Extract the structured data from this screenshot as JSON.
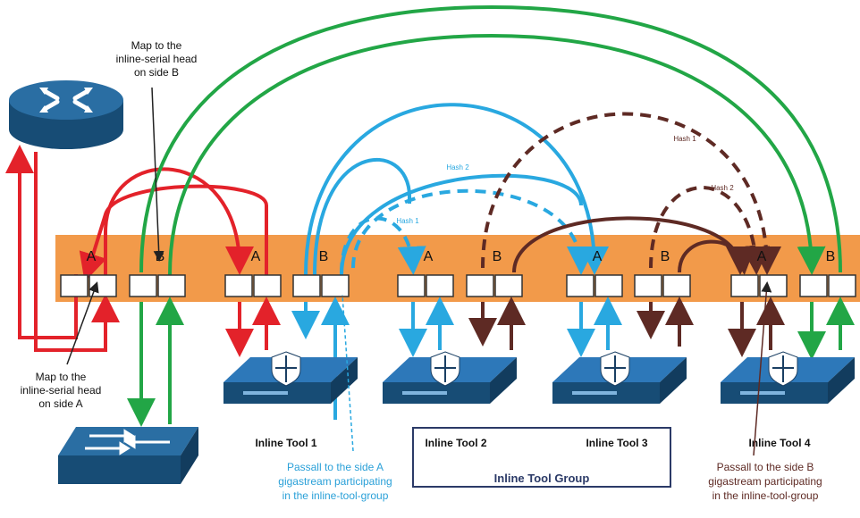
{
  "colors": {
    "band": "#f29a4a",
    "port_fill": "#ffffff",
    "red": "#e3222a",
    "green": "#22a646",
    "blue": "#29a8e0",
    "brown": "#5e2a24",
    "router": "#1f5a86",
    "tool_blue": "#1e5b91",
    "callout_blue": "#2aa0d8"
  },
  "port_groups": [
    {
      "label": "A"
    },
    {
      "label": "B"
    },
    {
      "label": "A"
    },
    {
      "label": "B"
    },
    {
      "label": "A"
    },
    {
      "label": "B"
    },
    {
      "label": "A"
    },
    {
      "label": "B"
    },
    {
      "label": "A"
    },
    {
      "label": "B"
    }
  ],
  "annotations": {
    "map_side_b": [
      "Map to the",
      "inline-serial head",
      "on side B"
    ],
    "map_side_a": [
      "Map to the",
      "inline-serial head",
      "on side A"
    ],
    "passall_side_a": [
      "Passall to the side A",
      "gigastream participating",
      "in the inline-tool-group"
    ],
    "passall_side_b": [
      "Passall to the side B",
      "gigastream participating",
      "in the inline-tool-group"
    ],
    "hash_labels": [
      "Hash 2",
      "Hash 1",
      "Hash 1",
      "Hash 2"
    ]
  },
  "tools": [
    {
      "label": "Inline Tool 1",
      "icon": "shield-icon"
    },
    {
      "label": "Inline Tool 2",
      "icon": "shield-icon"
    },
    {
      "label": "Inline Tool 3",
      "icon": "shield-icon"
    },
    {
      "label": "Inline Tool 4",
      "icon": "shield-icon"
    }
  ],
  "tool_group": {
    "label": "Inline Tool Group"
  },
  "devices": [
    {
      "name": "router",
      "icon": "router-icon"
    },
    {
      "name": "switch",
      "icon": "switch-icon"
    }
  ]
}
